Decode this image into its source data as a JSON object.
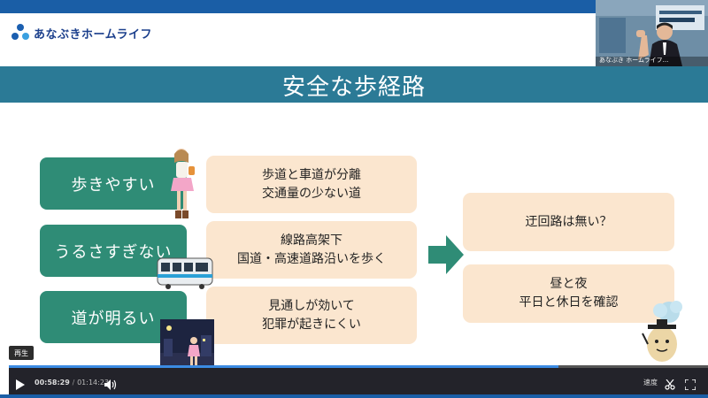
{
  "logo": {
    "text": "あなぶきホームライフ"
  },
  "webcam": {
    "caption": "あなぶき ホームライフ..."
  },
  "slide": {
    "title": "安全な歩経路",
    "criteria": [
      {
        "label": "歩きやすい",
        "detail_lines": [
          "歩道と車道が分離",
          "交通量の少ない道"
        ]
      },
      {
        "label": "うるさすぎない",
        "detail_lines": [
          "線路高架下",
          "国道・高速道路沿いを歩く"
        ]
      },
      {
        "label": "道が明るい",
        "detail_lines": [
          "見通しが効いて",
          "犯罪が起きにくい"
        ]
      }
    ],
    "checks": [
      {
        "lines": [
          "迂回路は無い？"
        ]
      },
      {
        "lines": [
          "昼と夜",
          "平日と休日を確認"
        ]
      }
    ],
    "colors": {
      "title_band": "#2b7a96",
      "criteria_box": "#2f8c76",
      "detail_box": "#fbe6cf",
      "arrow": "#2f8c76"
    }
  },
  "player": {
    "tooltip": "再生",
    "current_time": "00:58:29",
    "separator": "/",
    "duration": "01:14:23",
    "progress": 0.786,
    "speed_label": "速度",
    "icons": [
      "play-icon",
      "volume-icon",
      "scissors-icon",
      "fullscreen-icon"
    ]
  }
}
